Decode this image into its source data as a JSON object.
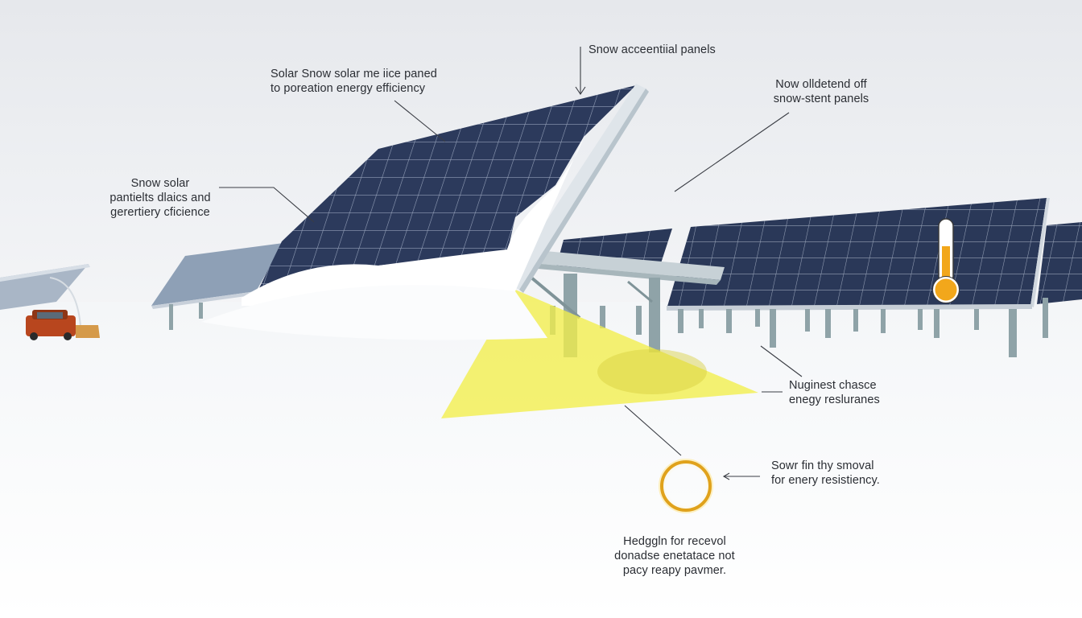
{
  "scene": {
    "description": "Snow-covered solar panel field with annotation callouts",
    "colors": {
      "sky": "#e8eaee",
      "snow": "#ffffff",
      "panel": "#2c3a5c",
      "panel_grid": "#c9d2e2",
      "frame": "#b8c4cc",
      "post": "#8fa3a8",
      "highlight": "#f2ee4a",
      "ring": "#e0a21c",
      "thermometer": "#f2a71b",
      "vehicle": "#b8461e",
      "line": "#3a3d44"
    },
    "thermometer_fill_fraction": 0.6
  },
  "annotations": [
    {
      "id": "top-left",
      "text": "Solar Snow solar me iice paned\nto poreation energy efficiency"
    },
    {
      "id": "top-center",
      "text": "Snow acceentiial panels"
    },
    {
      "id": "top-right",
      "text": "Now olldetend off\nsnow-stent panels"
    },
    {
      "id": "left",
      "text": "Snow solar\npantielts dlaics and\ngerertiery cficience"
    },
    {
      "id": "mid-right",
      "text": "Nuginest chasce\nenegy resluranes"
    },
    {
      "id": "lower-right",
      "text": "Sowr fin thy smoval\nfor enery resistiency."
    },
    {
      "id": "bottom",
      "text": "Hedggln for recevol\ndonadse enetatace not\npacy reapy pavmer."
    }
  ]
}
